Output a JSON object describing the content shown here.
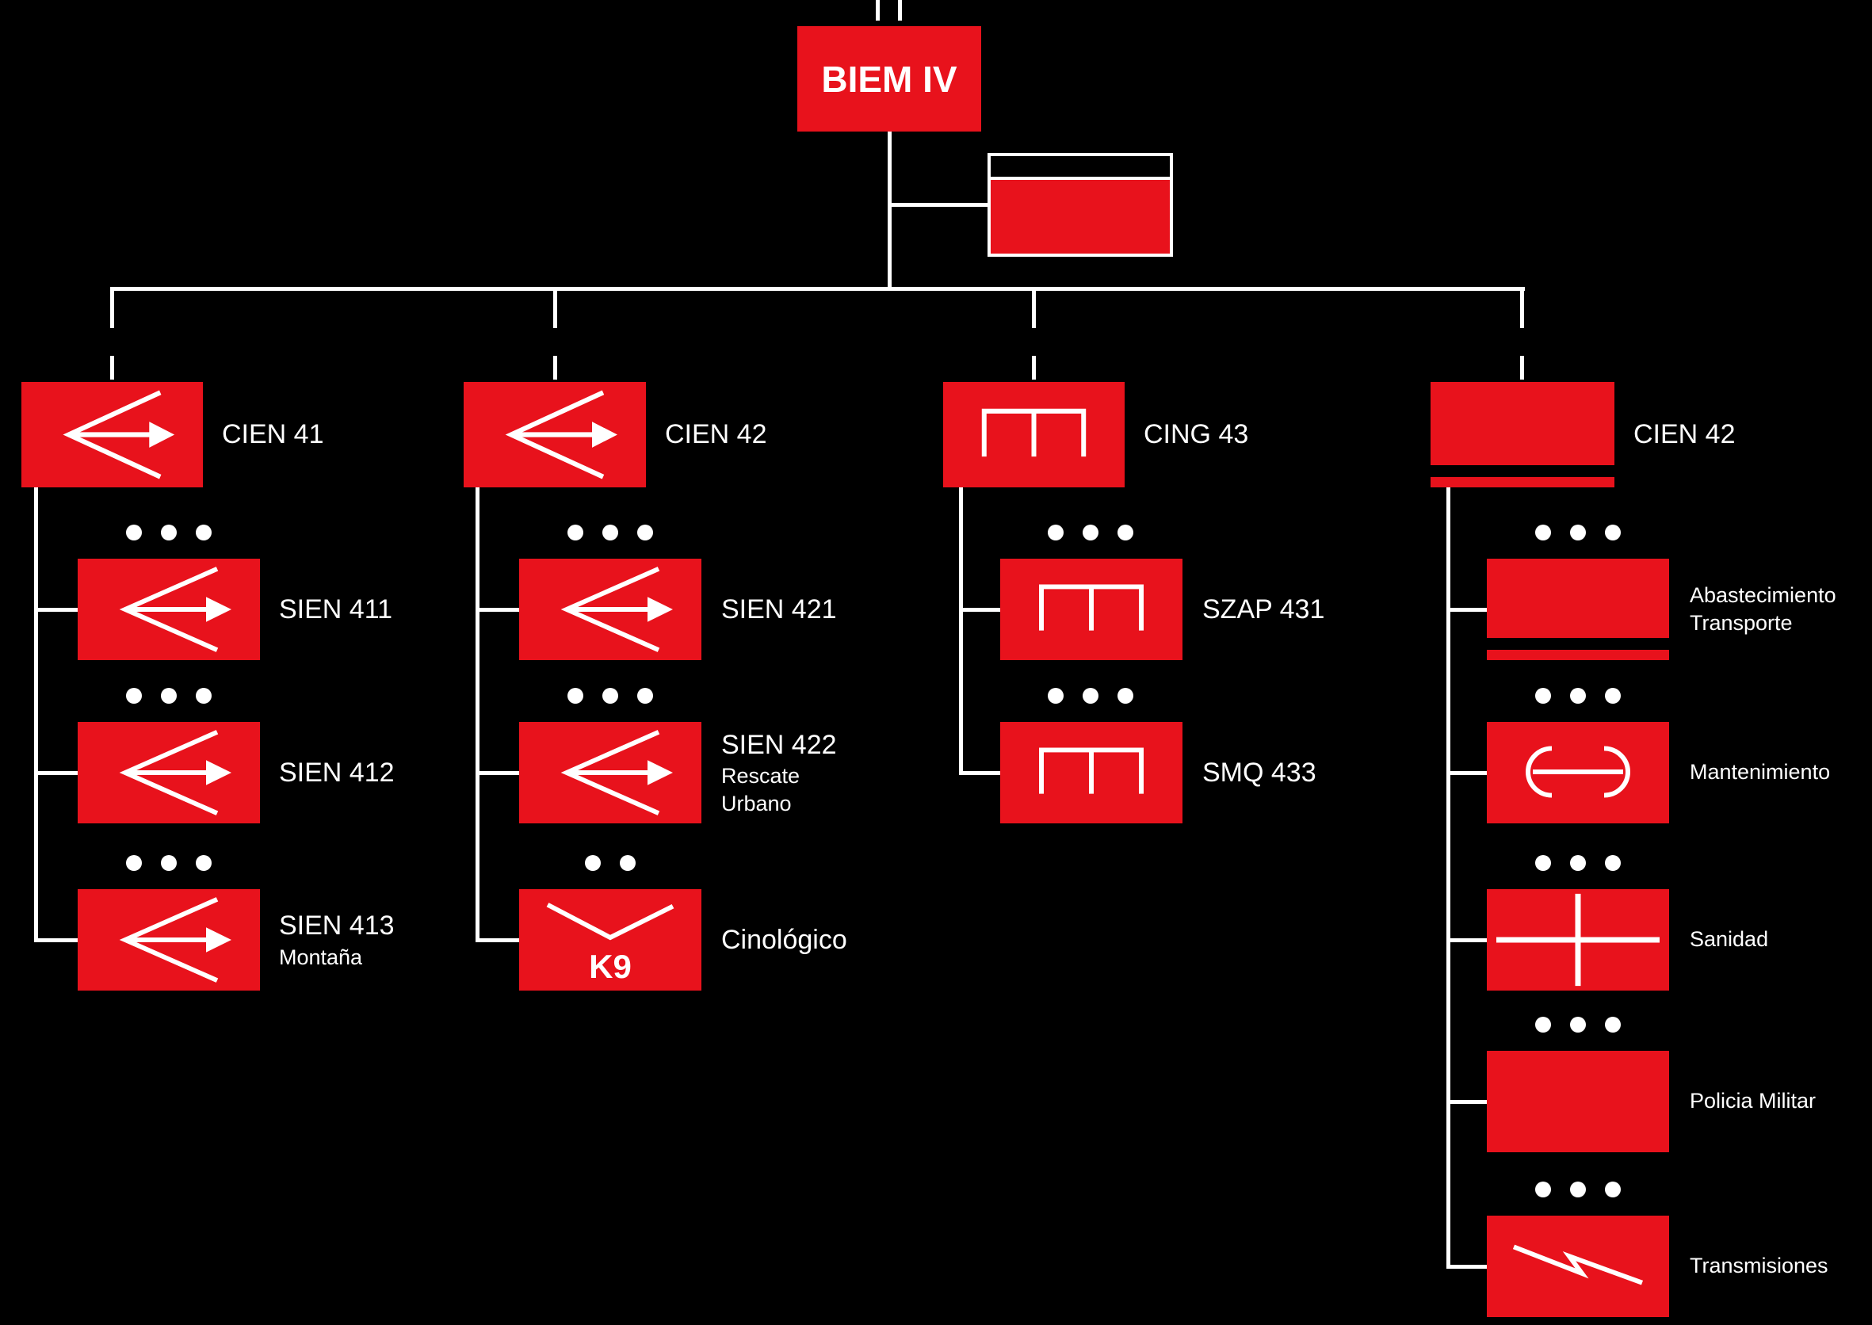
{
  "colors": {
    "background": "#000000",
    "box": "#e8121c",
    "line": "#ffffff",
    "text": "#ffffff"
  },
  "root": {
    "label": "BIEM IV",
    "echelon": "II",
    "attached_symbol": "headquarters-band-box"
  },
  "companies": [
    {
      "label": "CIEN 41",
      "echelon": "I",
      "symbol": "engineer-arrow",
      "children": [
        {
          "label": "SIEN 411",
          "dots": 3,
          "symbol": "engineer-arrow"
        },
        {
          "label": "SIEN 412",
          "dots": 3,
          "symbol": "engineer-arrow"
        },
        {
          "label": "SIEN 413",
          "sublabel": "Montaña",
          "dots": 3,
          "symbol": "engineer-arrow"
        }
      ]
    },
    {
      "label": "CIEN 42",
      "echelon": "I",
      "symbol": "engineer-arrow",
      "children": [
        {
          "label": "SIEN 421",
          "dots": 3,
          "symbol": "engineer-arrow"
        },
        {
          "label": "SIEN 422",
          "sublabel": "Rescate",
          "sublabel2": "Urbano",
          "dots": 3,
          "symbol": "engineer-arrow"
        },
        {
          "label": "Cinológico",
          "dots": 2,
          "symbol": "k9-chevron",
          "symbol_text": "K9"
        }
      ]
    },
    {
      "label": "CING 43",
      "echelon": "I",
      "symbol": "bridge-gates",
      "children": [
        {
          "label": "SZAP 431",
          "dots": 3,
          "symbol": "bridge-gates"
        },
        {
          "label": "SMQ 433",
          "dots": 3,
          "symbol": "bridge-gates"
        }
      ]
    },
    {
      "label": "CIEN 42",
      "echelon": "I",
      "symbol": "logistics-band",
      "children": [
        {
          "label": "Abastecimiento",
          "sublabel": "Transporte",
          "dots": 3,
          "symbol": "logistics-band"
        },
        {
          "label": "Mantenimiento",
          "dots": 3,
          "symbol": "maintenance-wrench"
        },
        {
          "label": "Sanidad",
          "dots": 3,
          "symbol": "medical-cross"
        },
        {
          "label": "Policia Militar",
          "dots": 3,
          "symbol": "plain"
        },
        {
          "label": "Transmisiones",
          "dots": 3,
          "symbol": "signal-flash"
        }
      ]
    }
  ]
}
